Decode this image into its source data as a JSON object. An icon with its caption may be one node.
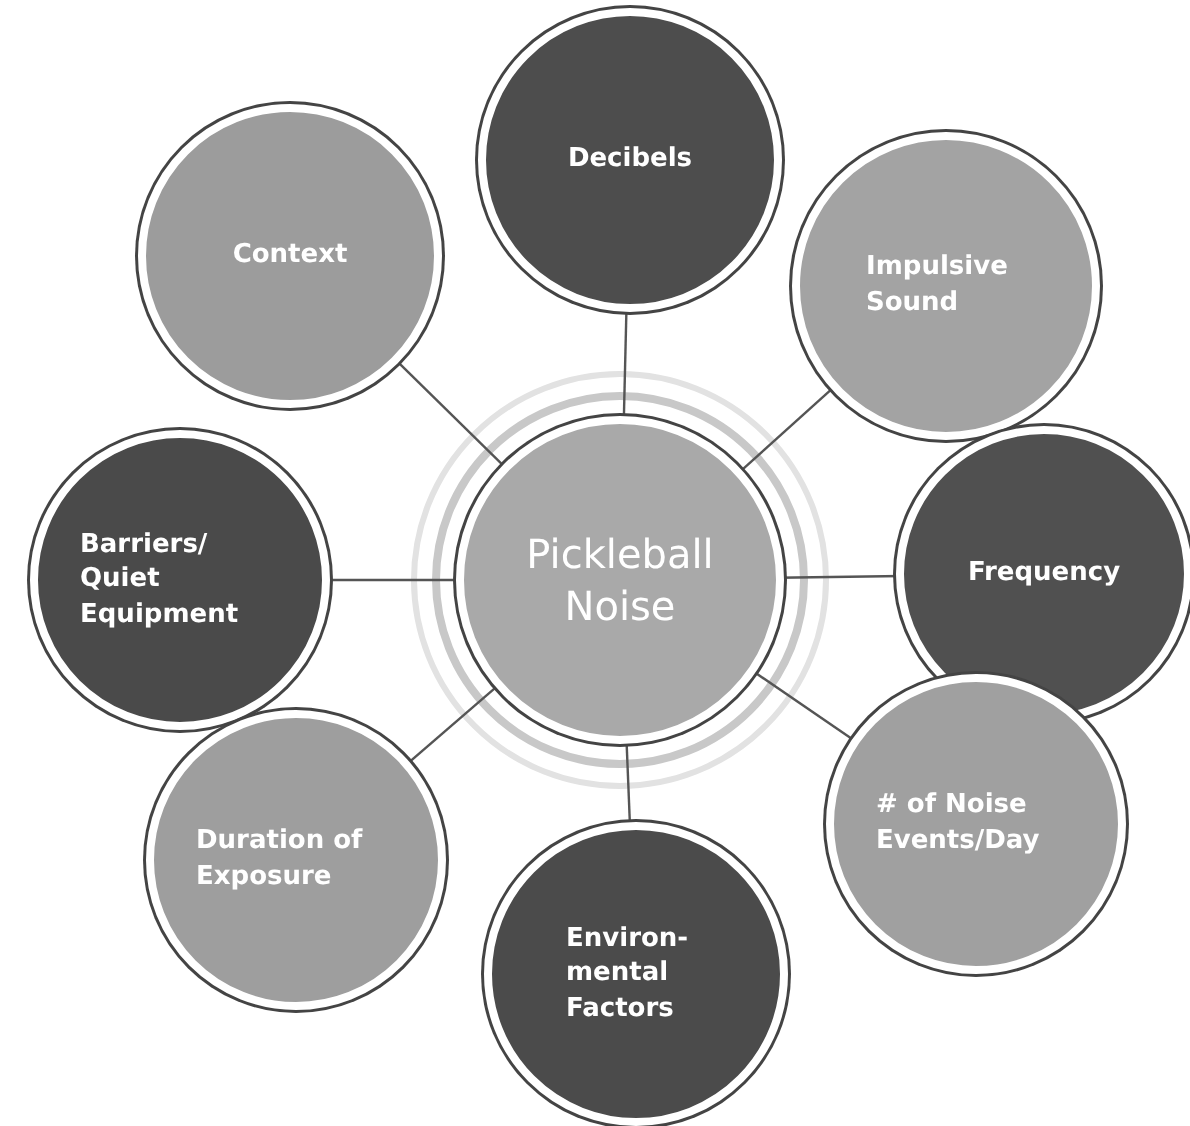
{
  "diagram": {
    "nodes": [
      {
        "text": [
          "Pickleball Noise"
        ]
      },
      {
        "text": [
          "Decibels"
        ]
      },
      {
        "text": [
          "Context"
        ]
      },
      {
        "text": [
          "Impulsive Sound"
        ]
      },
      {
        "text": [
          "Barriers/ Quiet Equipment"
        ]
      },
      {
        "text": [
          "Frequency"
        ]
      },
      {
        "text": [
          "Duration of Exposure"
        ]
      },
      {
        "text": [
          "# of Noise Events/Day"
        ]
      },
      {
        "text": [
          "Environ- mental Factors"
        ]
      }
    ],
    "edges": [
      {
        "from": 0,
        "to": 1,
        "arrow": "none"
      },
      {
        "from": 0,
        "to": 2,
        "arrow": "none"
      },
      {
        "from": 0,
        "to": 3,
        "arrow": "none"
      },
      {
        "from": 0,
        "to": 4,
        "arrow": "none"
      },
      {
        "from": 0,
        "to": 5,
        "arrow": "none"
      },
      {
        "from": 0,
        "to": 6,
        "arrow": "none"
      },
      {
        "from": 0,
        "to": 7,
        "arrow": "none"
      },
      {
        "from": 0,
        "to": 8,
        "arrow": "none"
      }
    ]
  }
}
